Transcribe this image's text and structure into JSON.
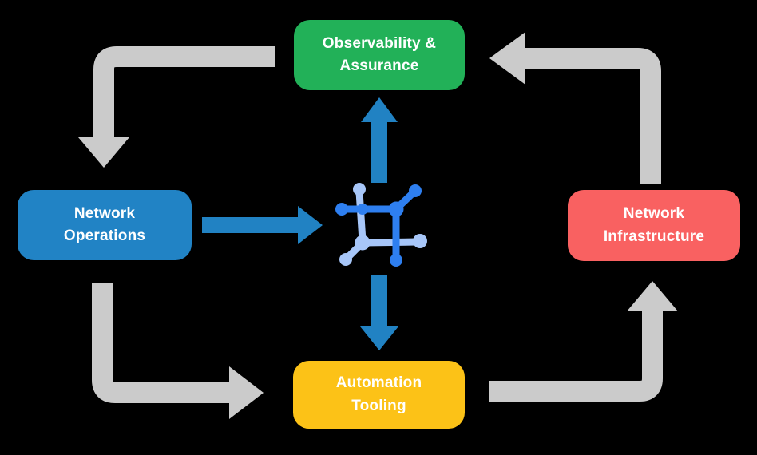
{
  "colors": {
    "background": "#000000",
    "box_green": "#22b158",
    "box_blue": "#2183c5",
    "box_red": "#f96161",
    "box_yellow": "#fcc217",
    "text": "#ffffff",
    "arrow_gray": "#cbcbcb",
    "arrow_blue": "#2182c3",
    "icon_dark_blue": "#2e7ff0",
    "icon_light_blue": "#a7c6f8"
  },
  "boxes": {
    "observability": {
      "label": "Observability &\nAssurance"
    },
    "operations": {
      "label": "Network\nOperations"
    },
    "infrastructure": {
      "label": "Network\nInfrastructure"
    },
    "automation": {
      "label": "Automation\nTooling"
    }
  },
  "icons": {
    "center": "network-nodes-icon"
  },
  "arrows": [
    {
      "style": "gray-curved",
      "from": "observability",
      "to": "operations",
      "direction": "left-then-down"
    },
    {
      "style": "gray-curved",
      "from": "operations",
      "to": "automation",
      "direction": "down-then-right"
    },
    {
      "style": "gray-curved",
      "from": "automation",
      "to": "infrastructure",
      "direction": "right-then-up"
    },
    {
      "style": "gray-curved",
      "from": "infrastructure",
      "to": "observability",
      "direction": "up-then-left"
    },
    {
      "style": "blue-straight",
      "from": "operations",
      "to": "center-icon",
      "direction": "right"
    },
    {
      "style": "blue-straight",
      "from": "center-icon",
      "to": "observability",
      "direction": "up"
    },
    {
      "style": "blue-straight",
      "from": "center-icon",
      "to": "automation",
      "direction": "down"
    }
  ]
}
